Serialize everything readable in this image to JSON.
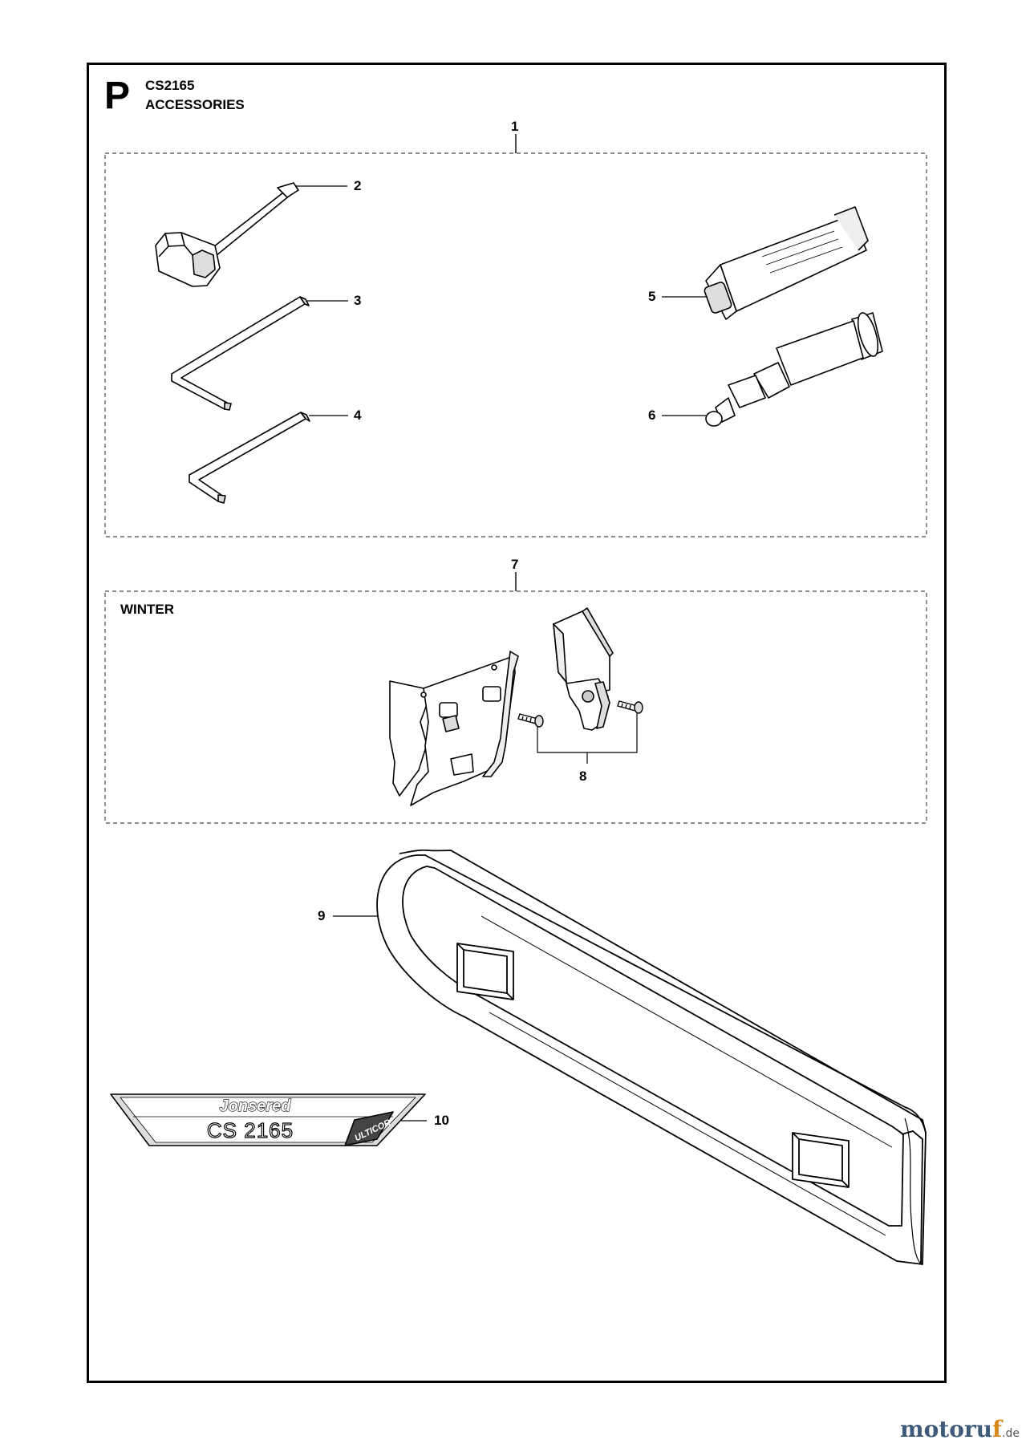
{
  "header": {
    "section_letter": "P",
    "model_code": "CS2165",
    "section_title": "ACCESSORIES"
  },
  "groups": {
    "winter_label": "WINTER"
  },
  "callouts": [
    {
      "id": "1"
    },
    {
      "id": "2"
    },
    {
      "id": "3"
    },
    {
      "id": "4"
    },
    {
      "id": "5"
    },
    {
      "id": "6"
    },
    {
      "id": "7"
    },
    {
      "id": "8"
    },
    {
      "id": "9"
    },
    {
      "id": "10"
    }
  ],
  "decal": {
    "brand": "Jonsered",
    "model": "CS 2165",
    "series": "ULTICOR"
  },
  "watermark": {
    "brand_main": "motoru",
    "brand_accent": "f",
    "tld": ".de"
  }
}
